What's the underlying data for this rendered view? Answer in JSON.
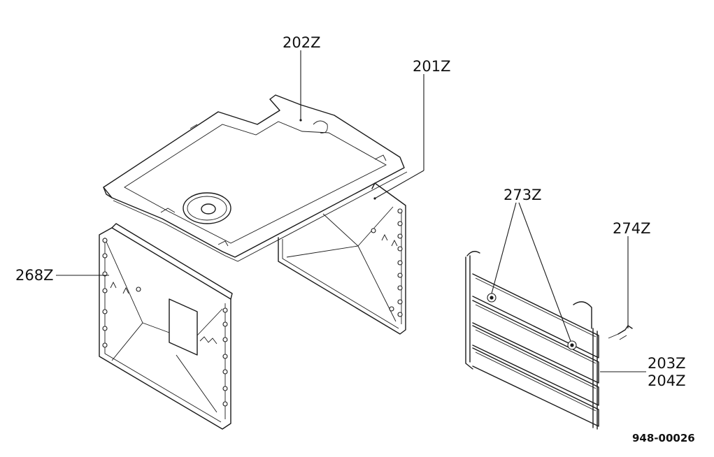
{
  "diagram": {
    "part_labels": {
      "top_cover": "202Z",
      "side_panel_right": "201Z",
      "side_panel_left": "268Z",
      "screws": "273Z",
      "clip": "274Z",
      "rack_a": "203Z",
      "rack_b": "204Z"
    },
    "drawing_number": "948-00026"
  }
}
